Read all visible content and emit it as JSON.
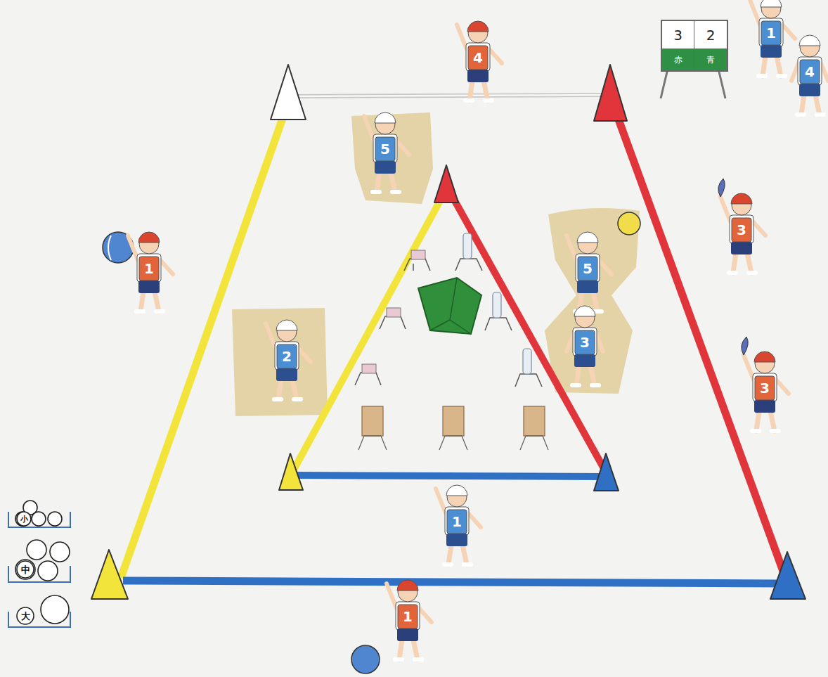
{
  "diagram": {
    "nodes": [
      {
        "text": [
          "3",
          "2",
          "赤",
          "青"
        ]
      }
    ],
    "labels": [
      "4",
      "1",
      "4",
      "5",
      "3",
      "1",
      "5",
      "2",
      "3",
      "3",
      "1",
      "1"
    ],
    "legend": [
      {
        "text": "小"
      },
      {
        "text": "中"
      },
      {
        "text": "大"
      }
    ]
  }
}
